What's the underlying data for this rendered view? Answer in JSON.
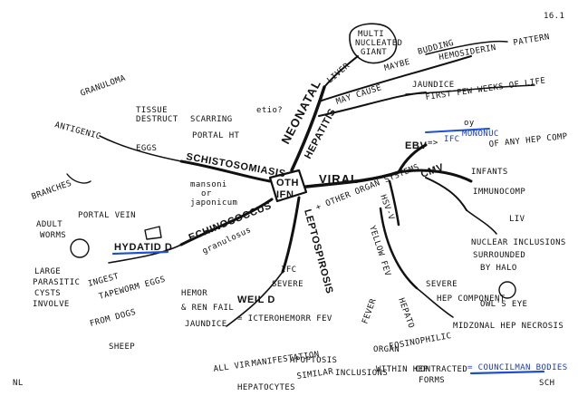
{
  "corner": {
    "page_no": "16.1",
    "initials_left": "NL",
    "initials_right": "SCH"
  },
  "center": {
    "line1": "OTH",
    "line2": "IFN"
  },
  "branches": {
    "neonatal": "NEONATAL",
    "hepatitis": "HEPATITIS",
    "viral": "VIRAL",
    "leptospirosis": "LEPTOSPIROSIS",
    "echinococcus": "ECHINOCOCCUS",
    "schistosomiasis": "SCHISTOSOMIASIS"
  },
  "neonatal_sub": {
    "multi_line1": "MULTI",
    "multi_line2": "NUCLEATED",
    "multi_line3": "GIANT",
    "liver": "LIVER",
    "maybe": "MAYBE",
    "budding": "BUDDING",
    "hemosiderin": "HEMOSIDERIN",
    "pattern": "PATTERN",
    "may_cause": "MAY CAUSE",
    "jaundice": "JAUNDICE",
    "first_weeks": "FIRST FEW WEEKS OF LIFE",
    "etio": "etio?"
  },
  "viral_sub": {
    "ebv": "EBV",
    "arrow": "=>",
    "ifc": "IFC",
    "oy": "oy",
    "mononuc": "MONONUC",
    "hep_comp": "OF ANY HEP COMP",
    "cmv": "CMV",
    "infants": "INFANTS",
    "immunocomp": "IMMUNOCOMP",
    "liv": "LIV",
    "nuclear": "NUCLEAR INCLUSIONS",
    "surrounded": "SURROUNDED",
    "by_halo": "BY HALO",
    "owls_eye": "OWL'S EYE",
    "hsv": "HSV-V",
    "other_organ": "+ OTHER ORGAN SYSTEMS",
    "yellow_fev": "YELLOW FEV",
    "severe": "SEVERE",
    "hep_component": "HEP COMPONENT",
    "midzonal": "MIDZONAL HEP NECROSIS",
    "fever": "FEVER",
    "hepato": "HEPATO",
    "organ": "ORGAN",
    "eosinophilic": "EOSINOPHILIC",
    "contracted": "CONTRACTED",
    "forms": "FORMS",
    "councilman": "= COUNCILMAN BODIES",
    "within_hep": "WITHIN HEP",
    "all_vir": "ALL VIR",
    "manifestation": "MANIFESTATION",
    "apoptosis": "APOPTOSIS",
    "similar": "SIMILAR",
    "inclusions": "INCLUSIONS",
    "hepatocytes": "HEPATOCYTES"
  },
  "lepto_sub": {
    "ifc": "IFC",
    "severe": "SEVERE",
    "weil": "WEIL D",
    "hemor": "HEMOR",
    "ren_fail": "& REN FAIL",
    "jaundice": "JAUNDICE",
    "icterohem": "= ICTEROHEMORR FEV"
  },
  "echino_sub": {
    "granulosus": "granulosus",
    "hydatid": "HYDATID D",
    "ingest": "INGEST",
    "tapeworm": "TAPEWORM EGGS",
    "from_dogs": "FROM DOGS",
    "sheep": "SHEEP",
    "large1": "LARGE",
    "large2": "PARASITIC",
    "large3": "CYSTS",
    "large4": "INVOLVE"
  },
  "schisto_sub": {
    "granuloma": "GRANULOMA",
    "tissue1": "TISSUE",
    "tissue2": "DESTRUCT",
    "scarring": "SCARRING",
    "portal_ht": "PORTAL HT",
    "antigenic": "ANTIGENIC",
    "eggs": "EGGS",
    "mansoni": "mansoni",
    "or": "or",
    "japonicum": "japonicum",
    "branches": "BRANCHES",
    "adult1": "ADULT",
    "adult2": "WORMS",
    "portal_vein": "PORTAL VEIN"
  }
}
